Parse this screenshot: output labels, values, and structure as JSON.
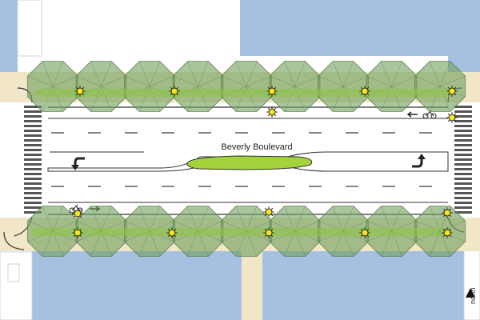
{
  "street": {
    "name": "Beverly Boulevard"
  },
  "north_arrow": {
    "label": "north"
  },
  "colors": {
    "building": "#a8c0e0",
    "sidewalk": "#f1e6c8",
    "roadway": "#ffffff",
    "median": "#a4d23a",
    "tree_canopy": "#6f9f5c",
    "tree_trunk_strip": "#8cc63f",
    "streetlight": "#f5e51b",
    "lane_marking": "#333333"
  },
  "icons": [
    "left-turn-arrow-icon",
    "right-turn-arrow-icon",
    "bicycle-icon",
    "streetlight-icon",
    "crosswalk",
    "north-arrow-icon"
  ],
  "tree_rows": {
    "north_count": 9,
    "south_count": 9
  }
}
